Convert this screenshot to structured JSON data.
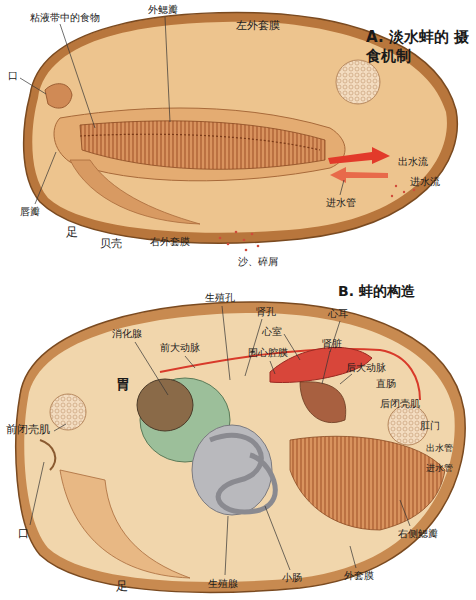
{
  "diagram": {
    "labels": [
      "粘液带中的食物",
      "外鳃瓣",
      "左外套膜",
      "A. 淡水蚌的 摄食机制",
      "口",
      "出水流",
      "进水流",
      "进水管",
      "唇瓣",
      "足",
      "贝壳",
      "右外套膜",
      "沙、碎屑",
      "B. 蚌的构造",
      "生殖孔",
      "肾孔",
      "心室",
      "心耳",
      "消化腺",
      "前大动脉",
      "围心腔膜",
      "肾脏",
      "后大动脉",
      "直肠",
      "后闭壳肌",
      "胃",
      "前闭壳肌",
      "肛门",
      "出水管",
      "进水管",
      "口",
      "右侧鳃瓣",
      "足",
      "生殖腺",
      "小肠",
      "外套膜"
    ]
  }
}
